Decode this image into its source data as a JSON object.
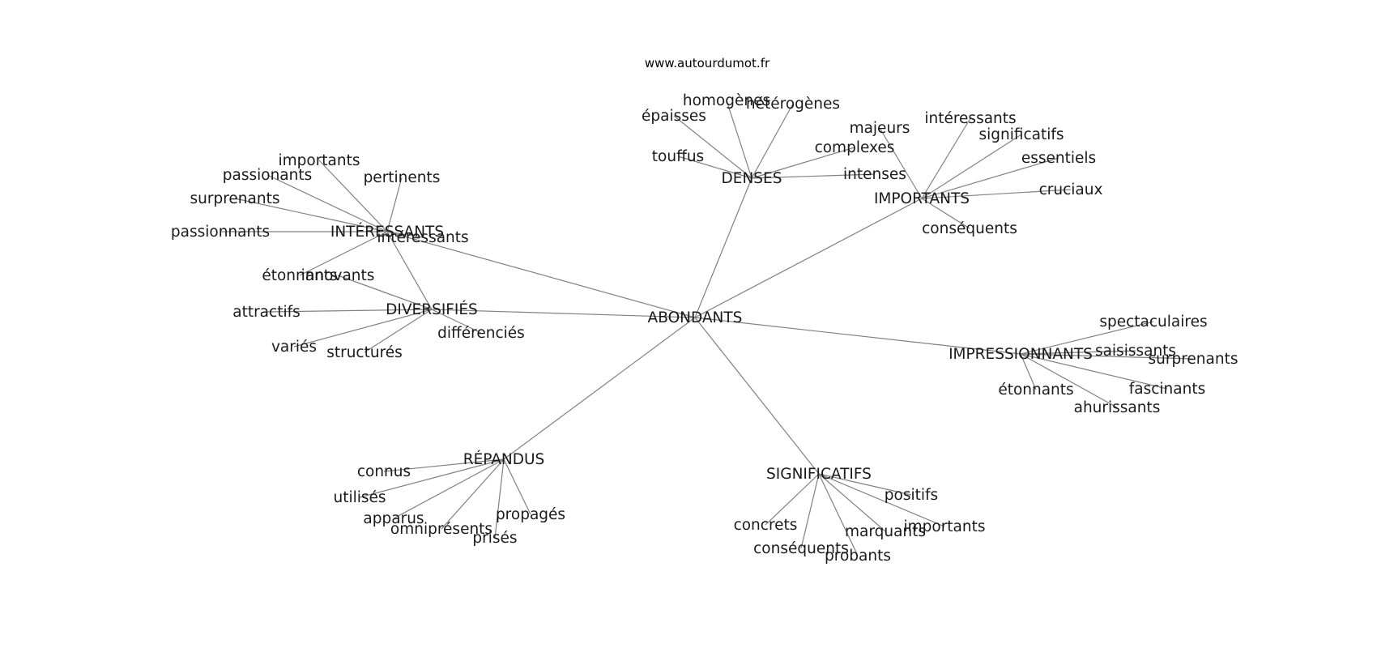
{
  "source": "www.autourdumot.fr",
  "center": "ABONDANTS",
  "groups": [
    {
      "hub": "INTÉRESSANTS",
      "words": [
        "importants",
        "passionants",
        "pertinents",
        "surprenants",
        "passionnants",
        "intéressants",
        "étonnants"
      ]
    },
    {
      "hub": "DIVERSIFIÉS",
      "words": [
        "innovants",
        "attractifs",
        "différenciés",
        "variés",
        "structurés"
      ]
    },
    {
      "hub": "DENSES",
      "words": [
        "homogènes",
        "hétérogènes",
        "épaisses",
        "touffus",
        "complexes",
        "intenses"
      ]
    },
    {
      "hub": "IMPORTANTS",
      "words": [
        "majeurs",
        "intéressants",
        "significatifs",
        "essentiels",
        "cruciaux",
        "conséquents"
      ]
    },
    {
      "hub": "IMPRESSIONNANTS",
      "words": [
        "spectaculaires",
        "saisissants",
        "surprenants",
        "fascinants",
        "étonnants",
        "ahurissants"
      ]
    },
    {
      "hub": "RÉPANDUS",
      "words": [
        "connus",
        "utilisés",
        "apparus",
        "omniprésents",
        "prisés",
        "propagés"
      ]
    },
    {
      "hub": "SIGNIFICATIFS",
      "words": [
        "positifs",
        "concrets",
        "conséquents",
        "marquants",
        "importants",
        "probants"
      ]
    }
  ]
}
